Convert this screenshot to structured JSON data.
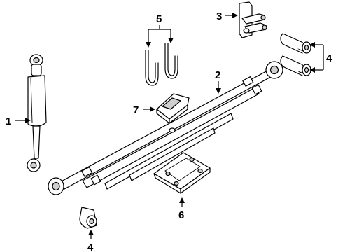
{
  "callouts": {
    "shock_absorber": "1",
    "leaf_spring": "2",
    "shackle": "3",
    "bushings": "4",
    "lower_bushing": "4",
    "u_bolts": "5",
    "spring_plate": "6",
    "spring_spacer": "7"
  },
  "colors": {
    "line": "#000000",
    "background": "#ffffff",
    "shade": "#cfcfcf"
  }
}
